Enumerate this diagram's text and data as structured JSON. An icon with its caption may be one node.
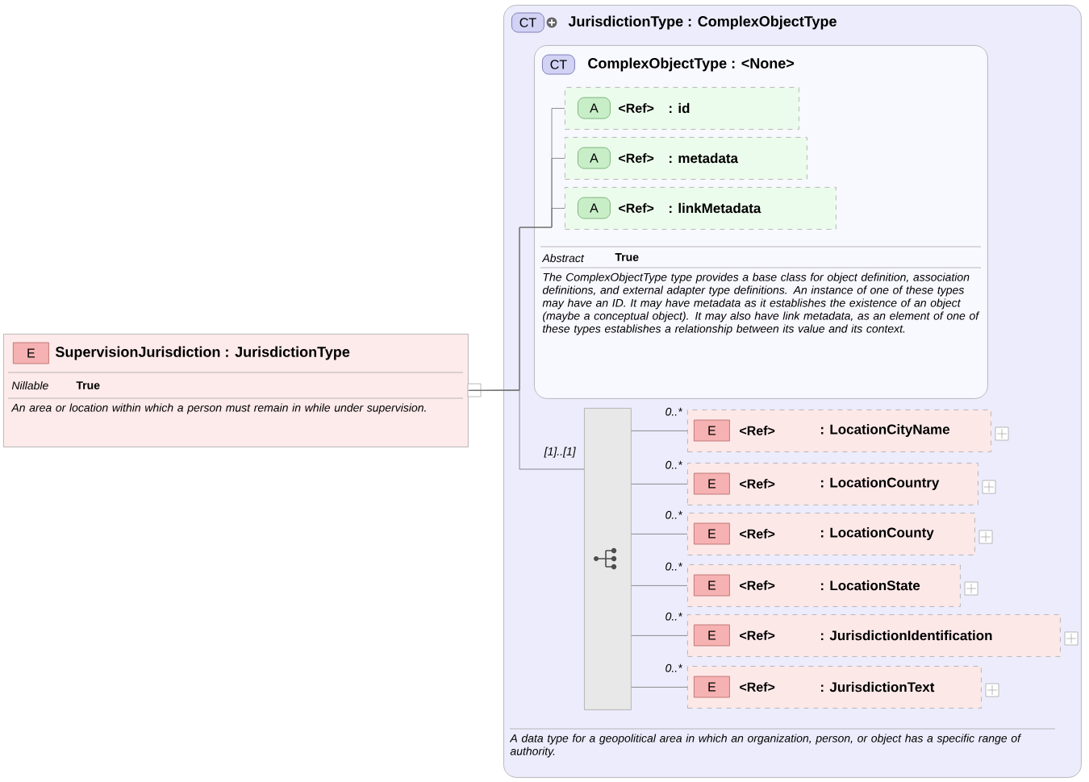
{
  "diagram": {
    "nodes": [
      {
        "text": [
          "E",
          "SupervisionJurisdiction : JurisdictionType",
          "Nillable",
          "True",
          "An area or location within which a person must remain in while under supervision."
        ]
      },
      {
        "text": [
          "CT",
          "JurisdictionType : ComplexObjectType",
          "A data type for a geopolitical area in which an organization, person, or object has a specific range of authority."
        ]
      },
      {
        "text": [
          "CT",
          "ComplexObjectType : <None>",
          "Abstract",
          "True",
          "The ComplexObjectType type provides a base class for object definition, association definitions, and external adapter type definitions. An instance of one of these types may have an ID. It may have metadata as it establishes the existence of an object (maybe a conceptual object). It may also have link metadata, as an element of one of these types establishes a relationship between its value and its context."
        ],
        "in": 1
      },
      {
        "text": [
          "A",
          "<Ref>",
          ": id"
        ],
        "in": 2
      },
      {
        "text": [
          "A",
          "<Ref>",
          ": metadata"
        ],
        "in": 2
      },
      {
        "text": [
          "A",
          "<Ref>",
          ": linkMetadata"
        ],
        "in": 2
      },
      {
        "text": [],
        "shape": "box",
        "in": 1
      },
      {
        "text": [
          "E",
          "<Ref>",
          ": LocationCityName"
        ],
        "in": 1
      },
      {
        "text": [
          "E",
          "<Ref>",
          ": LocationCountry"
        ],
        "in": 1
      },
      {
        "text": [
          "E",
          "<Ref>",
          ": LocationCounty"
        ],
        "in": 1
      },
      {
        "text": [
          "E",
          "<Ref>",
          ": LocationState"
        ],
        "in": 1
      },
      {
        "text": [
          "E",
          "<Ref>",
          ": JurisdictionIdentification"
        ],
        "in": 1
      },
      {
        "text": [
          "E",
          "<Ref>",
          ": JurisdictionText"
        ],
        "in": 1
      }
    ],
    "edges": [
      {
        "from": 0,
        "to": 3,
        "arrow": "none"
      },
      {
        "from": 0,
        "to": 4,
        "arrow": "none"
      },
      {
        "from": 0,
        "to": 5,
        "arrow": "none"
      },
      {
        "from": 0,
        "to": 6,
        "arrow": "none",
        "label": "[1]..[1]"
      },
      {
        "from": 6,
        "to": 7,
        "arrow": "none",
        "label": "0..*"
      },
      {
        "from": 6,
        "to": 8,
        "arrow": "none",
        "label": "0..*"
      },
      {
        "from": 6,
        "to": 9,
        "arrow": "none",
        "label": "0..*"
      },
      {
        "from": 6,
        "to": 10,
        "arrow": "none",
        "label": "0..*"
      },
      {
        "from": 6,
        "to": 11,
        "arrow": "none",
        "label": "0..*"
      },
      {
        "from": 6,
        "to": 12,
        "arrow": "none",
        "label": "0..*"
      }
    ]
  }
}
